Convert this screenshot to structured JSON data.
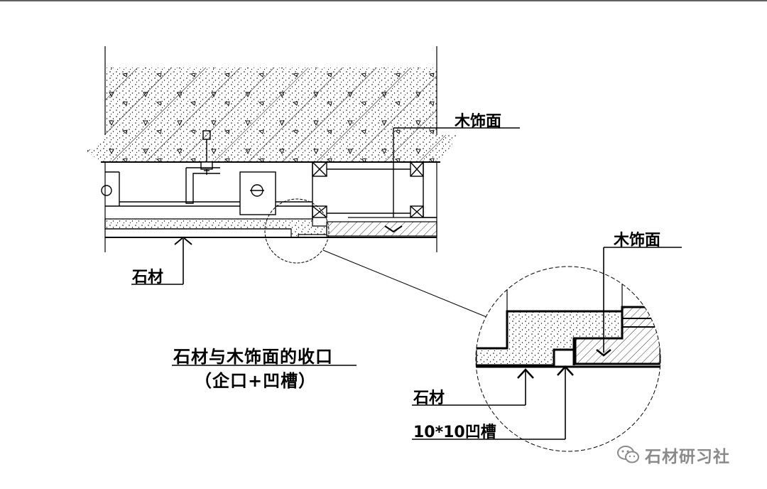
{
  "drawing": {
    "title_line1": "石材与木饰面的收口",
    "title_line2": "（企口+凹槽）",
    "labels": {
      "wood_top": "木饰面",
      "stone_main": "石材",
      "wood_detail": "木饰面",
      "stone_detail": "石材",
      "groove_detail": "10*10凹槽"
    }
  },
  "watermark": {
    "text": "石材研习社",
    "icon": "wechat-icon"
  },
  "colors": {
    "line": "#000000",
    "stone_fill": "#e9e9e9",
    "watermark": "#8a8a8a"
  }
}
